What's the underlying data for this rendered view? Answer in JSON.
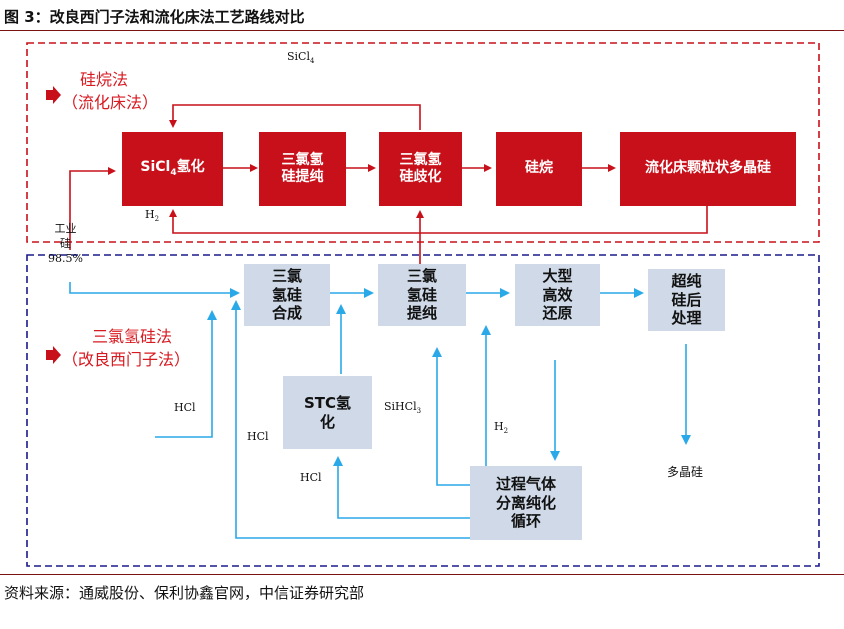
{
  "figure": {
    "title": "图 3：改良西门子法和流化床法工艺路线对比",
    "source": "资料来源：通威股份、保利协鑫官网，中信证券研究部"
  },
  "silane_section": {
    "label_line1": "硅烷法",
    "label_line2": "（流化床法）",
    "boxes": {
      "sicl4_hydro_a": "SiCl",
      "sicl4_hydro_sub": "4",
      "sicl4_hydro_b": "氢化",
      "tcs_purify_l1": "三氯氢",
      "tcs_purify_l2": "硅提纯",
      "tcs_disprop_l1": "三氯氢",
      "tcs_disprop_l2": "硅歧化",
      "silane": "硅烷",
      "fbr_poly": "流化床颗粒状多晶硅"
    },
    "labels": {
      "sicl4_a": "SiCl",
      "sicl4_sub": "4",
      "h2_a": "H",
      "h2_sub": "2"
    }
  },
  "siemens_section": {
    "label_line1": "三氯氢硅法",
    "label_line2": "（改良西门子法）",
    "boxes": {
      "synth_l1": "三氯",
      "synth_l2": "氢硅",
      "synth_l3": "合成",
      "purify_l1": "三氯",
      "purify_l2": "氢硅",
      "purify_l3": "提纯",
      "reduce_l1": "大型",
      "reduce_l2": "高效",
      "reduce_l3": "还原",
      "post_l1": "超纯",
      "post_l2": "硅后",
      "post_l3": "处理",
      "stc_l1": "STC氢",
      "stc_l2": "化",
      "recycle_l1": "过程气体",
      "recycle_l2": "分离纯化",
      "recycle_l3": "循环"
    },
    "labels": {
      "mg_si_l1": "工业",
      "mg_si_l2": "硅",
      "mg_si_purity": "98.5%",
      "hcl_1": "HCl",
      "hcl_2": "HCl",
      "hcl_3": "HCl",
      "sihcl3_a": "SiHCl",
      "sihcl3_sub": "3",
      "h2_a": "H",
      "h2_sub": "2",
      "polysilicon": "多晶硅"
    }
  },
  "colors": {
    "red": "#c8101a",
    "red_text": "#d71920",
    "blue_arrow": "#2aa9e8",
    "navy_dash": "#1a1a8c",
    "grey_box": "#cfd9e7"
  }
}
